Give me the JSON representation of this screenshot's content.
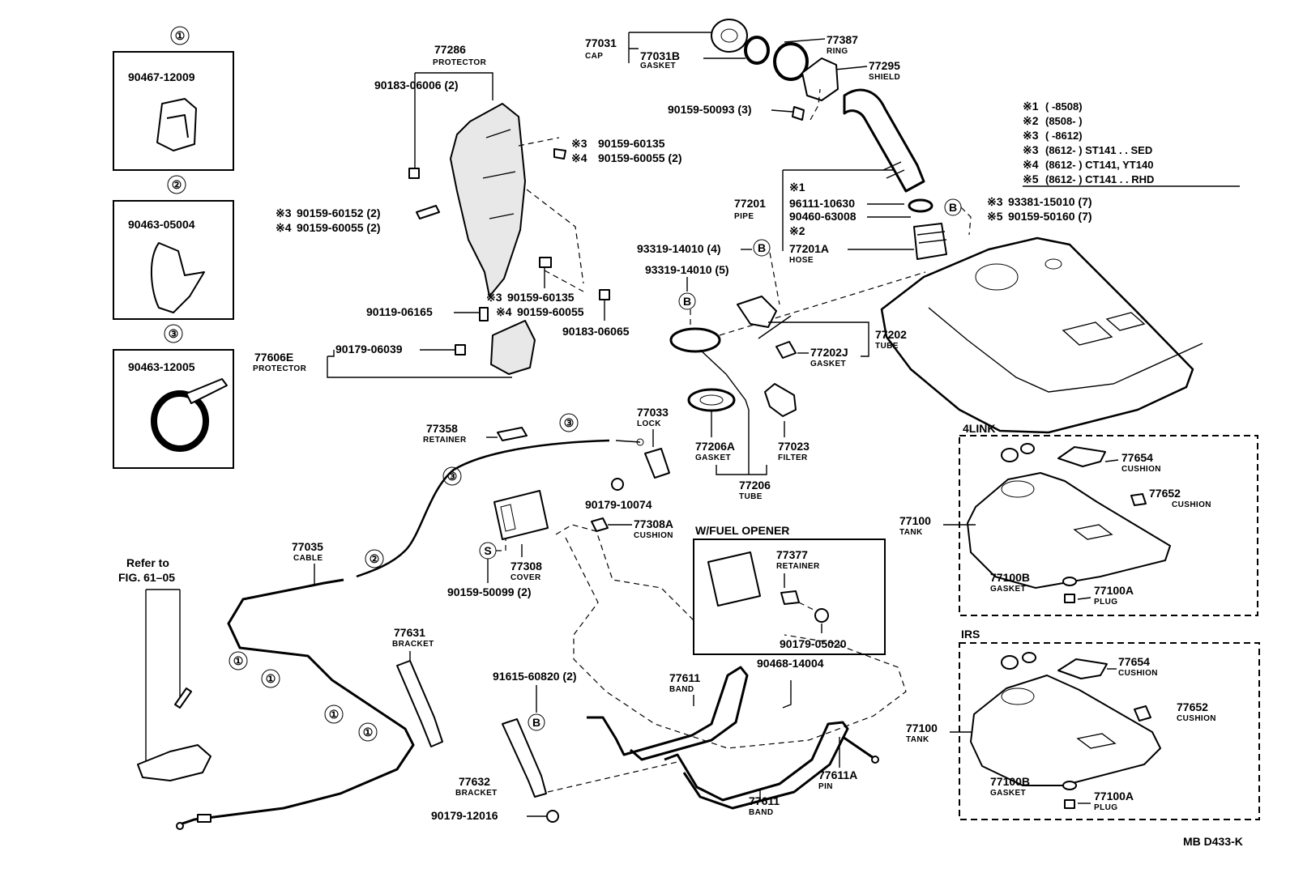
{
  "labels": {
    "p90467_12009": "90467-12009",
    "p90463_05004": "90463-05004",
    "p90463_12005": "90463-12005",
    "p77286": "77286",
    "protector": "PROTECTOR",
    "p90183_06006": "90183-06006 (2)",
    "p90159_60135_a": "90159-60135",
    "p90159_60055_a": "90159-60055 (2)",
    "p90159_60152": "90159-60152 (2)",
    "p90159_60055_b": "90159-60055 (2)",
    "p90159_60135_b": "90159-60135",
    "p90119_06165": "90119-06165",
    "p90159_60055_c": "90159-60055",
    "p90183_06065": "90183-06065",
    "p77606E": "77606E",
    "p90179_06039": "90179-06039",
    "p77031": "77031",
    "cap": "CAP",
    "p77031B": "77031B",
    "gasket": "GASKET",
    "p77387": "77387",
    "ring": "RING",
    "p77295": "77295",
    "shield": "SHIELD",
    "p90159_50093": "90159-50093 (3)",
    "note1": "(        -8508)",
    "note2": "(8508-        )",
    "note3": "(        -8612)",
    "note4": "(8612-        ) ST141 . . SED",
    "note5": "(8612-        ) CT141, YT140",
    "note6": "(8612-        ) CT141 . . RHD",
    "p77201": "77201",
    "pipe": "PIPE",
    "p96111_10630": "96111-10630",
    "p90460_63008": "90460-63008",
    "p77201A": "77201A",
    "hose": "HOSE",
    "p93381_15010": "93381-15010 (7)",
    "p90159_50160": "90159-50160 (7)",
    "p93319_14010_4": "93319-14010 (4)",
    "p93319_14010_5": "93319-14010 (5)",
    "p77202": "77202",
    "tube": "TUBE",
    "p77202J": "77202J",
    "p77206A": "77206A",
    "p77023": "77023",
    "filter": "FILTER",
    "p77206": "77206",
    "p77358": "77358",
    "retainer": "RETAINER",
    "p77033": "77033",
    "lock": "LOCK",
    "p90179_10074": "90179-10074",
    "p77308A": "77308A",
    "cushion": "CUSHION",
    "p77308": "77308",
    "cover": "COVER",
    "p90159_50099": "90159-50099 (2)",
    "wfuel": "W/FUEL OPENER",
    "p77377": "77377",
    "p90179_05020": "90179-05020",
    "p77035": "77035",
    "cable": "CABLE",
    "refer1": "Refer to",
    "refer2": "FIG. 61–05",
    "p77631": "77631",
    "bracket": "BRACKET",
    "p91615_60820": "91615-60820 (2)",
    "p77611": "77611",
    "band": "BAND",
    "p90468_14004": "90468-14004",
    "p77611A": "77611A",
    "pin": "PIN",
    "p77632": "77632",
    "p90179_12016": "90179-12016",
    "link4": "4LINK",
    "irs": "IRS",
    "p77654": "77654",
    "p77652": "77652",
    "p77100": "77100",
    "tank": "TANK",
    "p77100B": "77100B",
    "p77100A": "77100A",
    "plug": "PLUG",
    "code": "MB D433-K"
  },
  "marks": {
    "c1": "①",
    "c2": "②",
    "c3": "③",
    "s": "S",
    "b": "B",
    "k1": "※1",
    "k2": "※2",
    "k3": "※3",
    "k4": "※4",
    "k5": "※5"
  }
}
